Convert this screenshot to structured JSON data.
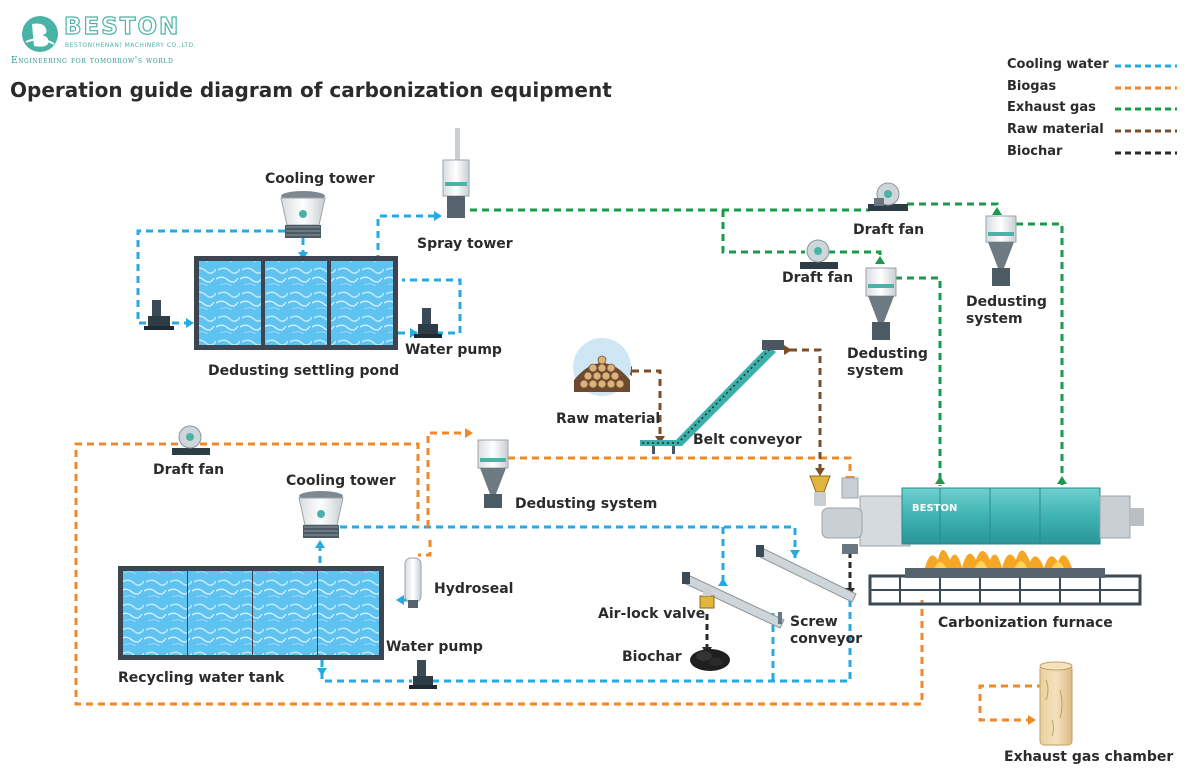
{
  "logo": {
    "name": "BESTON",
    "subtitle": "BESTON(HENAN) MACHINERY CO.,LTD.",
    "tagline": "Engineering for tomorrow's world"
  },
  "title": "Operation guide diagram of carbonization equipment",
  "legend": [
    {
      "label": "Cooling water",
      "color": "#27a9e1"
    },
    {
      "label": "Biogas",
      "color": "#f0892b"
    },
    {
      "label": "Exhaust gas",
      "color": "#1a9a4b"
    },
    {
      "label": "Raw material",
      "color": "#7b4e2a"
    },
    {
      "label": "Biochar",
      "color": "#2a2a2a"
    }
  ],
  "labels": {
    "cooling_tower_top": "Cooling tower",
    "spray_tower": "Spray tower",
    "dedusting_settling_pond": "Dedusting settling pond",
    "water_pump_top": "Water pump",
    "draft_fan_top": "Draft fan",
    "draft_fan_mid": "Draft fan",
    "dedusting_system_right": "Dedusting\nsystem",
    "dedusting_system_mid": "Dedusting\nsystem",
    "raw_material": "Raw material",
    "belt_conveyor": "Belt conveyor",
    "draft_fan_left": "Draft fan",
    "dedusting_system_left": "Dedusting system",
    "cooling_tower_bottom": "Cooling tower",
    "hydroseal": "Hydroseal",
    "air_lock_valve": "Air-lock valve",
    "screw_conveyor": "Screw\nconveyor",
    "biochar": "Biochar",
    "water_pump_bottom": "Water pump",
    "recycling_water_tank": "Recycling water tank",
    "carbonization_furnace": "Carbonization furnace",
    "exhaust_gas_chamber": "Exhaust gas chamber",
    "furnace_brand": "BESTON"
  }
}
